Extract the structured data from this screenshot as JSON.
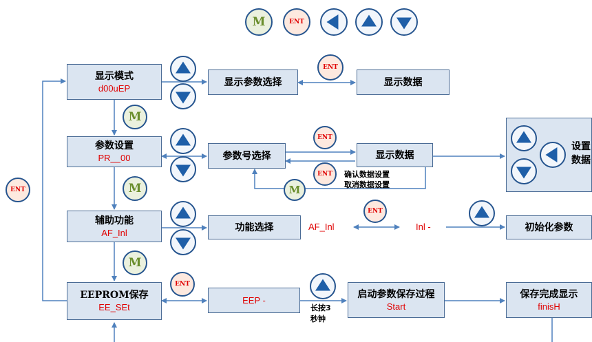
{
  "legend": {
    "m": "M",
    "ent": "ENT",
    "left_icon": "left-arrow-icon",
    "up_icon": "up-arrow-icon",
    "down_icon": "down-arrow-icon"
  },
  "button_labels": {
    "m": "M",
    "ent": "ENT"
  },
  "rows": {
    "display": {
      "mode_title": "显示模式",
      "mode_code": "d00uEP",
      "select": "显示参数选择",
      "data": "显示数据"
    },
    "param": {
      "mode_title": "参数设置",
      "mode_code": "PR__00",
      "select": "参数号选择",
      "data": "显示数据",
      "confirm": "确认数据设置",
      "cancel": "取消数据设置",
      "panel_title_line1": "设置",
      "panel_title_line2": "数据"
    },
    "aux": {
      "mode_title": "辅助功能",
      "mode_code": "AF_Inl",
      "select": "功能选择",
      "af_code": "AF_Inl",
      "inl_code": "Inl  -",
      "init": "初始化参数"
    },
    "eeprom": {
      "mode_title": "EEPROM保存",
      "mode_code": "EE_SEt",
      "eep_code": "EEP -",
      "hold_line1": "长按3",
      "hold_line2": "秒钟",
      "start_title": "启动参数保存过程",
      "start_code": "Start",
      "finish_title": "保存完成显示",
      "finish_code": "finisH"
    }
  },
  "colors": {
    "box_fill": "#dbe5f1",
    "box_border": "#4a6b95",
    "arrow": "#4f81bd",
    "icon_blue": "#1f5fa8",
    "code_red": "#e00000",
    "m_green": "#6a8e2c"
  }
}
